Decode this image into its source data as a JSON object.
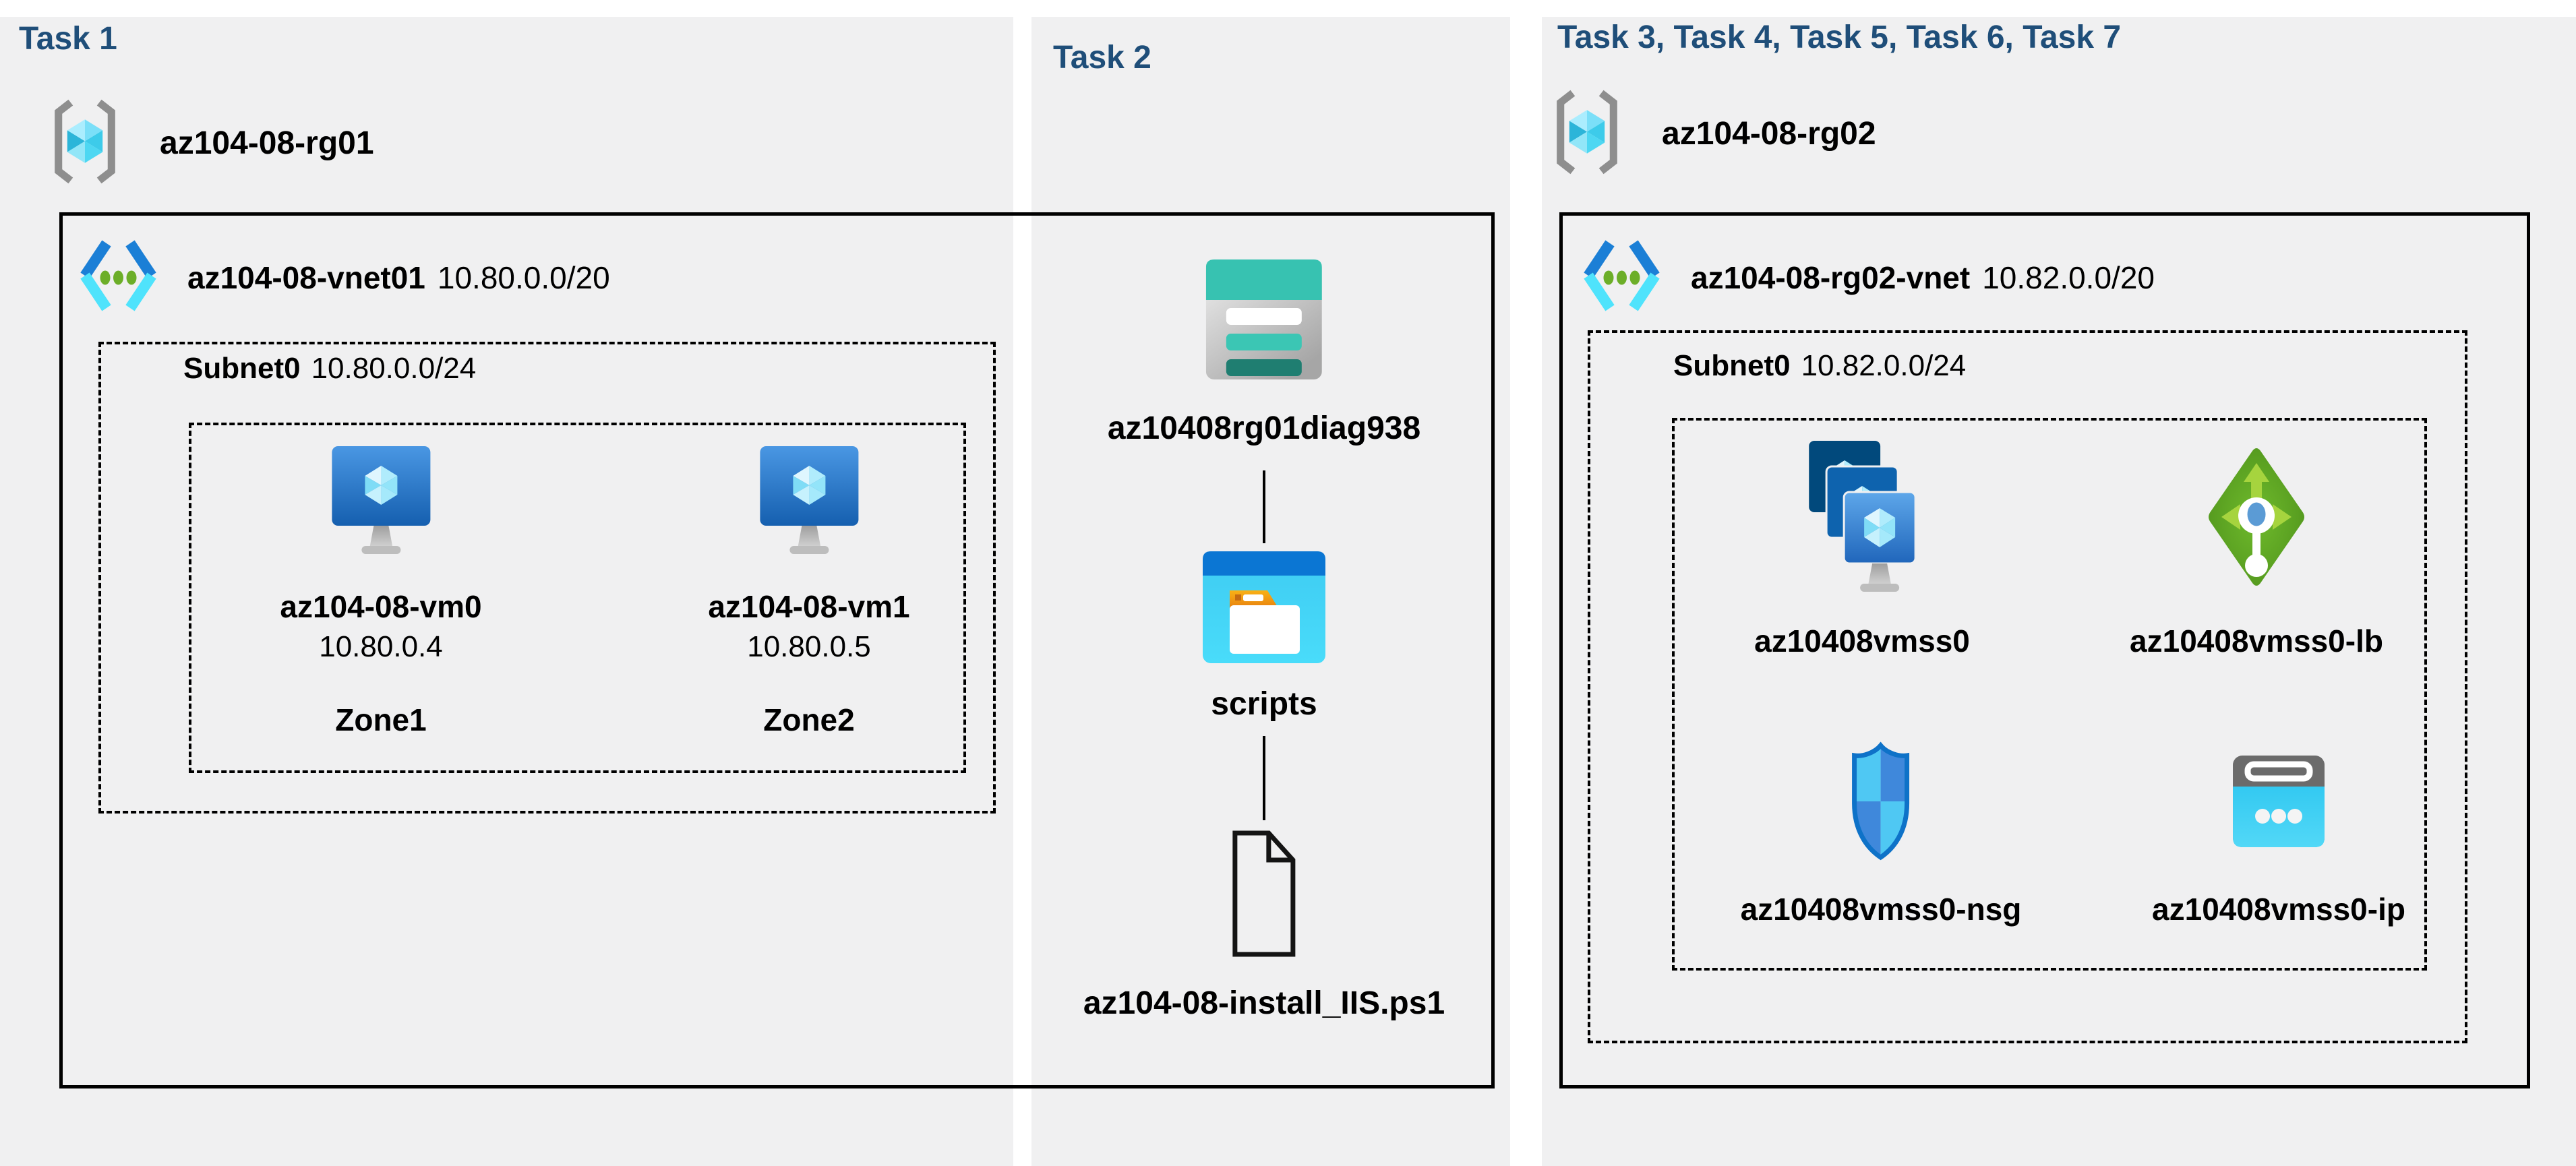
{
  "colors": {
    "header_text": "#1F4E79",
    "panel_background": "#F0F0F1",
    "box_border": "#000000"
  },
  "icons": {
    "resource_group": "brackets-cube-icon",
    "virtual_network": "chevrons-dots-icon",
    "virtual_machine": "monitor-cube-icon",
    "storage_account": "teal-storage-icon",
    "file_share": "folder-window-icon",
    "script_file": "document-outline-icon",
    "vm_scale_set": "stacked-monitors-icon",
    "load_balancer": "green-diamond-arrows-icon",
    "network_security_group": "shield-icon",
    "public_ip": "browser-dots-icon"
  },
  "panels": {
    "task1": {
      "header": "Task 1",
      "resource_group": "az104-08-rg01",
      "vnet": {
        "name": "az104-08-vnet01",
        "cidr": "10.80.0.0/20"
      },
      "subnet": {
        "name": "Subnet0",
        "cidr": "10.80.0.0/24"
      },
      "vms": [
        {
          "name": "az104-08-vm0",
          "ip": "10.80.0.4",
          "zone": "Zone1"
        },
        {
          "name": "az104-08-vm1",
          "ip": "10.80.0.5",
          "zone": "Zone2"
        }
      ]
    },
    "task2": {
      "header": "Task 2",
      "storage_account": "az10408rg01diag938",
      "folder": "scripts",
      "file": "az104-08-install_IIS.ps1"
    },
    "task3_7": {
      "header": "Task 3, Task 4, Task 5, Task 6, Task 7",
      "resource_group": "az104-08-rg02",
      "vnet": {
        "name": "az104-08-rg02-vnet",
        "cidr": "10.82.0.0/20"
      },
      "subnet": {
        "name": "Subnet0",
        "cidr": "10.82.0.0/24"
      },
      "vmss": "az10408vmss0",
      "load_balancer": "az10408vmss0-lb",
      "nsg": "az10408vmss0-nsg",
      "public_ip": "az10408vmss0-ip"
    }
  }
}
